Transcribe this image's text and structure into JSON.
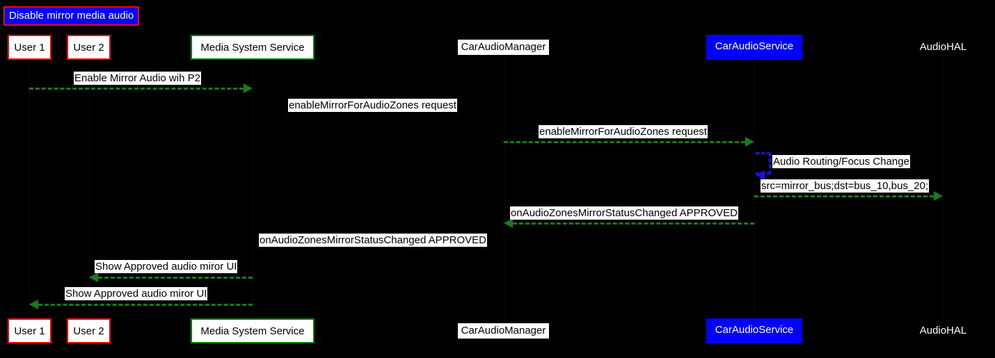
{
  "diagram": {
    "kind": "uml-sequence-diagram",
    "background_color": "#000000",
    "title": {
      "text": "Disable mirror media audio",
      "fill_color": "#0000ff",
      "border_color": "#ff0000",
      "text_color": "#ffffff"
    }
  },
  "participants": [
    {
      "id": "user1",
      "label": "User 1",
      "style": "boxed-red",
      "fill_color": "#ffffff",
      "border_color": "#ff0000",
      "text_color": "#000000"
    },
    {
      "id": "user2",
      "label": "User 2",
      "style": "boxed-red",
      "fill_color": "#ffffff",
      "border_color": "#ff0000",
      "text_color": "#000000"
    },
    {
      "id": "media_system_service",
      "label": "Media System Service",
      "style": "boxed-green",
      "fill_color": "#ffffff",
      "border_color": "#008000",
      "text_color": "#000000"
    },
    {
      "id": "car_audio_manager",
      "label": "CarAudioManager",
      "style": "plain-white",
      "fill_color": "#ffffff",
      "border_color": "none",
      "text_color": "#000000"
    },
    {
      "id": "car_audio_service",
      "label": "CarAudioService",
      "style": "filled-blue",
      "fill_color": "#0000ff",
      "border_color": "none",
      "text_color": "#ffffff"
    },
    {
      "id": "audio_hal",
      "label": "AudioHAL",
      "style": "no-box",
      "fill_color": "transparent",
      "border_color": "none",
      "text_color": "#ffffff"
    }
  ],
  "messages": [
    {
      "index": 1,
      "label": "Enable Mirror Audio wih P2",
      "from": "user1",
      "to": "media_system_service",
      "direction": "right",
      "line_style": "dashed",
      "color": "#1a7a1a",
      "arrow_visible": true
    },
    {
      "index": 2,
      "label": "enableMirrorForAudioZones request",
      "from": "media_system_service",
      "to": "car_audio_manager",
      "direction": "right",
      "line_style": "dashed",
      "color": "#1a7a1a",
      "arrow_visible": false
    },
    {
      "index": 3,
      "label": "enableMirrorForAudioZones request",
      "from": "car_audio_manager",
      "to": "car_audio_service",
      "direction": "right",
      "line_style": "dashed",
      "color": "#1a7a1a",
      "arrow_visible": true
    },
    {
      "index": 4,
      "label": "Audio Routing/Focus Change",
      "from": "car_audio_service",
      "to": "car_audio_service",
      "direction": "self",
      "line_style": "dashed",
      "color": "#1414e0",
      "arrow_visible": true
    },
    {
      "index": 5,
      "label": "src=mirror_bus;dst=bus_10,bus_20;",
      "from": "car_audio_service",
      "to": "audio_hal",
      "direction": "right",
      "line_style": "dashed",
      "color": "#1a7a1a",
      "arrow_visible": true
    },
    {
      "index": 6,
      "label": "onAudioZonesMirrorStatusChanged APPROVED",
      "from": "car_audio_service",
      "to": "car_audio_manager",
      "direction": "left",
      "line_style": "dashed",
      "color": "#1a7a1a",
      "arrow_visible": true
    },
    {
      "index": 7,
      "label": "onAudioZonesMirrorStatusChanged APPROVED",
      "from": "car_audio_manager",
      "to": "media_system_service",
      "direction": "left",
      "line_style": "dashed",
      "color": "#1a7a1a",
      "arrow_visible": false
    },
    {
      "index": 8,
      "label": "Show Approved audio miror UI",
      "from": "media_system_service",
      "to": "user2",
      "direction": "left",
      "line_style": "dashed",
      "color": "#1a7a1a",
      "arrow_visible": true
    },
    {
      "index": 9,
      "label": "Show Approved audio miror UI",
      "from": "media_system_service",
      "to": "user1",
      "direction": "left",
      "line_style": "dashed",
      "color": "#1a7a1a",
      "arrow_visible": true
    }
  ]
}
